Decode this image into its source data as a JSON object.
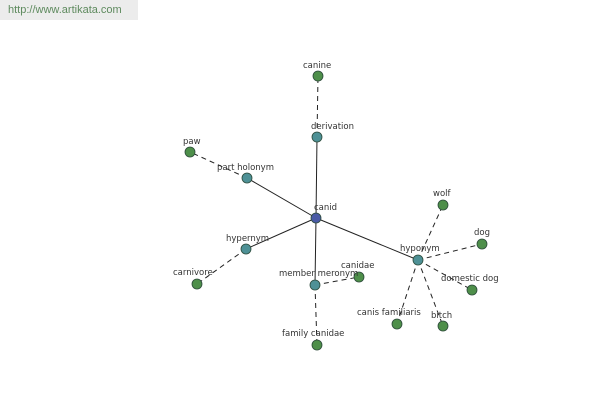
{
  "site": {
    "url": "http://www.artikata.com"
  },
  "colors": {
    "center": "#4a5aa6",
    "relation": "#4e9196",
    "leaf": "#4e8f4a",
    "node_stroke": "#2c4a3a",
    "edge": "#222222"
  },
  "graph": {
    "center": {
      "id": "canid",
      "label": "canid"
    },
    "relations": [
      {
        "id": "derivation",
        "label": "derivation"
      },
      {
        "id": "part-holonym",
        "label": "part holonym"
      },
      {
        "id": "hypernym",
        "label": "hypernym"
      },
      {
        "id": "member-meronym",
        "label": "member meronym"
      },
      {
        "id": "hyponym",
        "label": "hyponym"
      }
    ],
    "leaves": [
      {
        "id": "canine",
        "label": "canine",
        "relation": "derivation"
      },
      {
        "id": "paw",
        "label": "paw",
        "relation": "part-holonym"
      },
      {
        "id": "carnivore",
        "label": "carnivore",
        "relation": "hypernym"
      },
      {
        "id": "canidae",
        "label": "canidae",
        "relation": "member-meronym"
      },
      {
        "id": "family-canidae",
        "label": "family canidae",
        "relation": "member-meronym"
      },
      {
        "id": "wolf",
        "label": "wolf",
        "relation": "hyponym"
      },
      {
        "id": "dog",
        "label": "dog",
        "relation": "hyponym"
      },
      {
        "id": "domestic-dog",
        "label": "domestic dog",
        "relation": "hyponym"
      },
      {
        "id": "bitch",
        "label": "bitch",
        "relation": "hyponym"
      },
      {
        "id": "canis-familiaris",
        "label": "canis familiaris",
        "relation": "hyponym"
      }
    ]
  }
}
